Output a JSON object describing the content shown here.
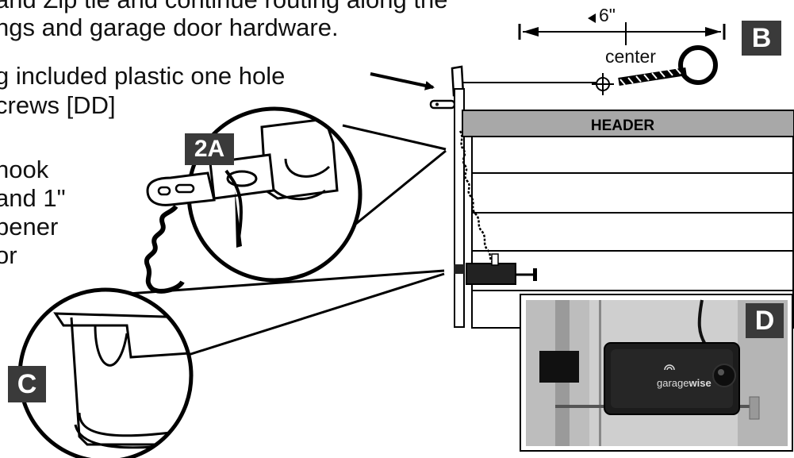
{
  "instructions": {
    "line1": "and Zip tie and continue routing along the",
    "line2": "ngs and garage door hardware.",
    "line3": "g included plastic one hole",
    "line4": "crews [DD]",
    "line5": "hook",
    "line6": "and 1\"",
    "line7": "pener",
    "line8": "or"
  },
  "dimension": {
    "value": "6\"",
    "center_label": "center"
  },
  "header_label": "HEADER",
  "badges": {
    "b": "B",
    "two_a": "2A",
    "c": "C",
    "d": "D"
  },
  "photo": {
    "brand_prefix": "garage",
    "brand_suffix": "wise"
  },
  "colors": {
    "badge_bg": "#3a3a3a",
    "header_bg": "#a8a8a8",
    "photo_bg": "#2a2a2a",
    "device_body": "#1c1c1c"
  }
}
